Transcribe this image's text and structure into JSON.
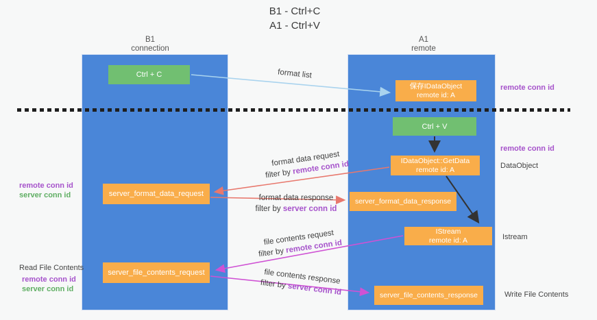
{
  "title": {
    "line1": "B1 - Ctrl+C",
    "line2": "A1 - Ctrl+V"
  },
  "lanes": {
    "left": {
      "title": "B1",
      "subtitle": "connection"
    },
    "right": {
      "title": "A1",
      "subtitle": "remote"
    }
  },
  "boxes": {
    "ctrl_c": {
      "label": "Ctrl + C"
    },
    "save_idataobject": {
      "line1": "保存IDataObject",
      "line2": "remote id: A"
    },
    "ctrl_v": {
      "label": "Ctrl + V"
    },
    "getdata": {
      "line1": "IDataObject::GetData",
      "line2": "remote id: A"
    },
    "format_request": {
      "label": "server_format_data_request"
    },
    "format_response": {
      "label": "server_format_data_response"
    },
    "istream": {
      "line1": "IStream",
      "line2": "remote id: A"
    },
    "file_request": {
      "label": "server_file_contents_request"
    },
    "file_response": {
      "label": "server_file_contents_response"
    }
  },
  "arrow_labels": {
    "format_list": "format list",
    "format_data_request": "format data request",
    "format_data_response": "format data response",
    "file_contents_request": "file contents request",
    "file_contents_response": "file contents response",
    "filter_by": "filter by",
    "remote_conn_id": "remote conn id",
    "server_conn_id": "server conn id"
  },
  "side_labels": {
    "right_remote_conn_id_top": "remote conn id",
    "right_remote_conn_id_mid": "remote conn id",
    "dataobject": "DataObject",
    "istream": "Istream",
    "write_file_contents": "Write File Contents",
    "left_remote_conn_id_1": "remote conn id",
    "left_server_conn_id_1": "server conn id",
    "read_file_contents": "Read File Contents",
    "left_remote_conn_id_2": "remote conn id",
    "left_server_conn_id_2": "server conn id"
  },
  "colors": {
    "lane_blue": "#4a86d8",
    "box_green": "#71bf71",
    "box_orange": "#f9ad4a",
    "arrow_light_blue": "#a9d3ee",
    "arrow_red": "#e8786d",
    "arrow_magenta": "#cf52d4",
    "arrow_black": "#333333",
    "text_purple": "#a653cb",
    "text_green": "#5fae63"
  }
}
